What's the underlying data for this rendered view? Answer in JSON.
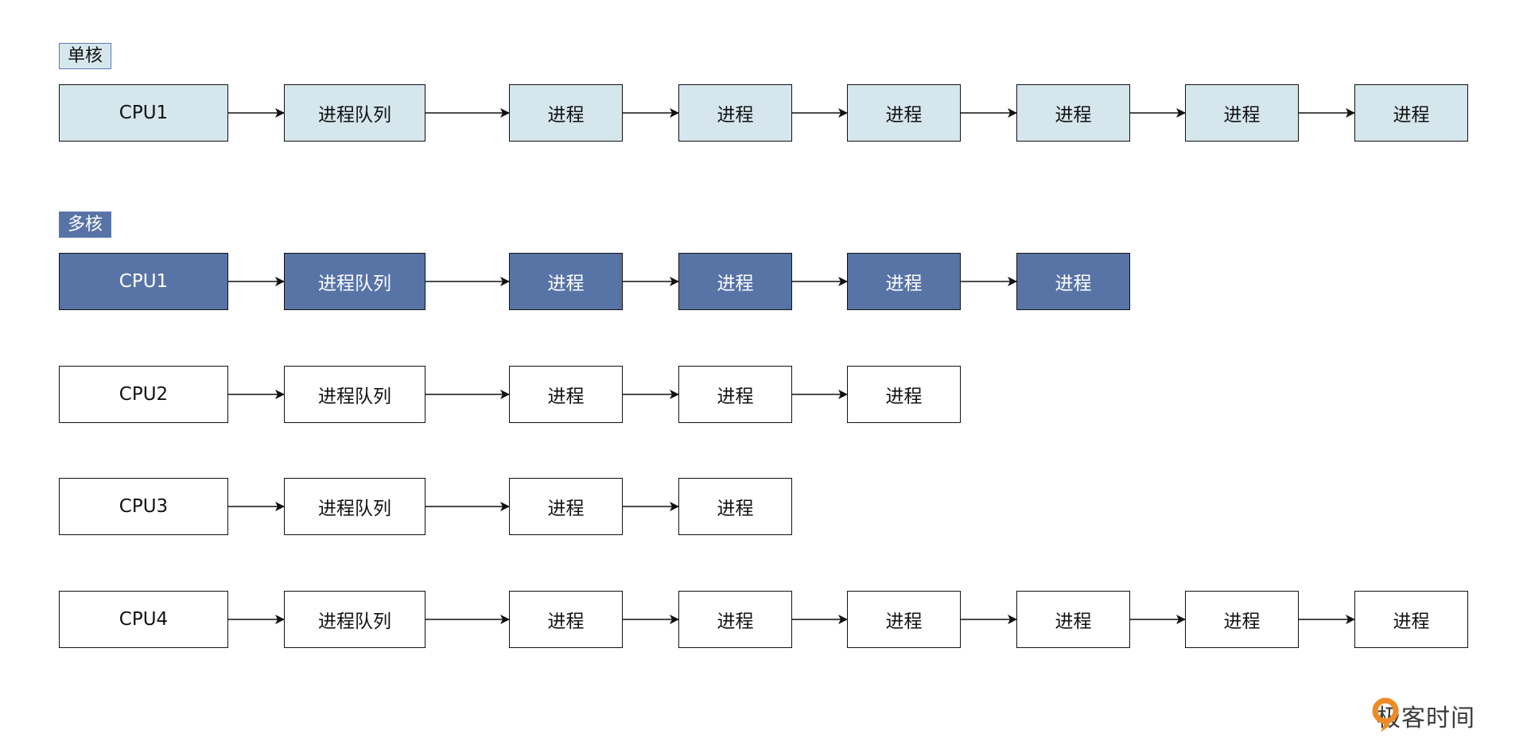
{
  "sections": [
    {
      "label": "单核",
      "style": "light"
    },
    {
      "label": "多核",
      "style": "dark"
    }
  ],
  "rows": [
    {
      "section": 0,
      "style": "light",
      "cpu": "CPU1",
      "queue": "进程队列",
      "processes": [
        "进程",
        "进程",
        "进程",
        "进程",
        "进程",
        "进程"
      ]
    },
    {
      "section": 1,
      "style": "dark",
      "cpu": "CPU1",
      "queue": "进程队列",
      "processes": [
        "进程",
        "进程",
        "进程",
        "进程"
      ]
    },
    {
      "section": 1,
      "style": "plain",
      "cpu": "CPU2",
      "queue": "进程队列",
      "processes": [
        "进程",
        "进程",
        "进程"
      ]
    },
    {
      "section": 1,
      "style": "plain",
      "cpu": "CPU3",
      "queue": "进程队列",
      "processes": [
        "进程",
        "进程"
      ]
    },
    {
      "section": 1,
      "style": "plain",
      "cpu": "CPU4",
      "queue": "进程队列",
      "processes": [
        "进程",
        "进程",
        "进程",
        "进程",
        "进程",
        "进程"
      ]
    }
  ],
  "colors": {
    "light_fill": "#d5e6ed",
    "dark_fill": "#5874a6",
    "stroke": "#111111",
    "brand_orange": "#f08a24"
  },
  "brand": {
    "text": "极客时间",
    "icon": "geektime-logo-icon"
  }
}
